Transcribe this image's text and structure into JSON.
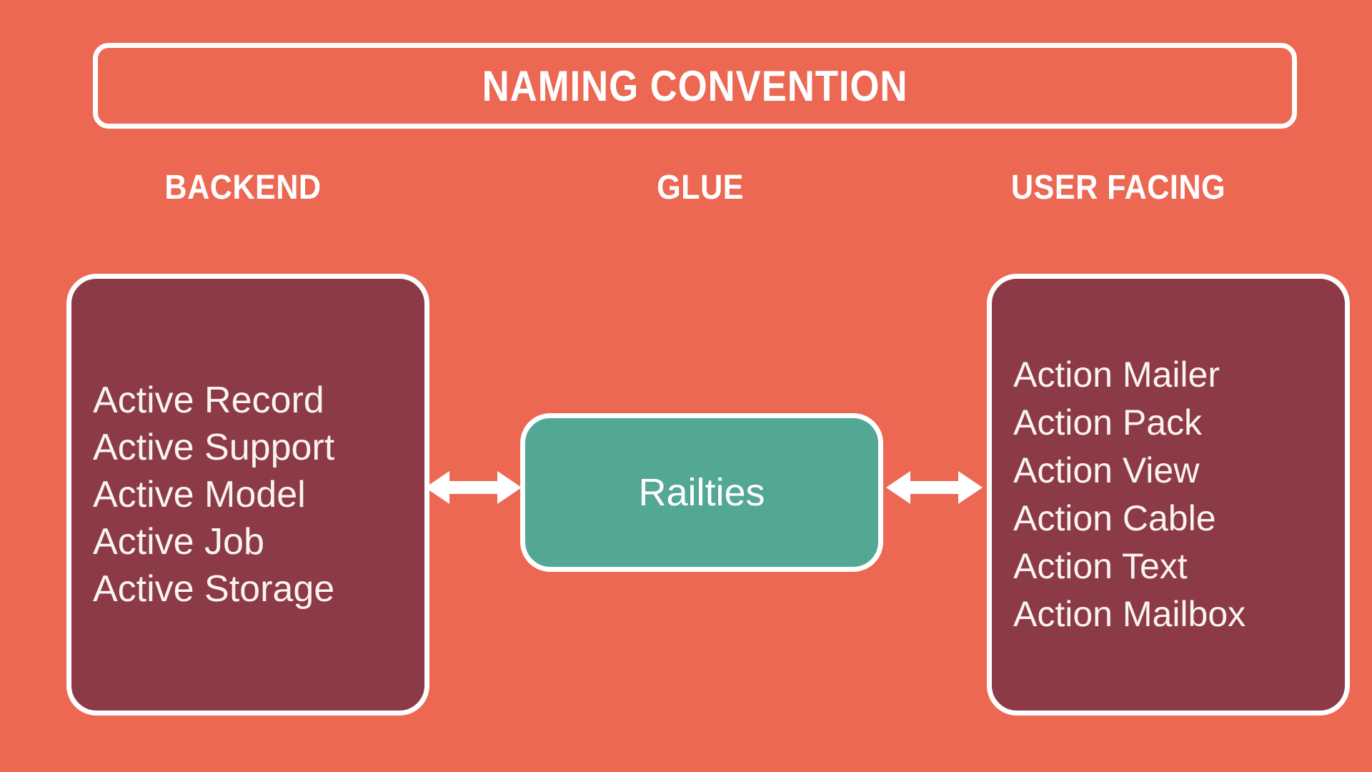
{
  "theme": {
    "background": "#EC6853",
    "panel_fill": "#8C3A45",
    "glue_fill": "#53A795",
    "stroke": "#FFFFFF",
    "text": "#FFFFFF"
  },
  "title": {
    "text": "NAMING CONVENTION"
  },
  "columns": {
    "backend": {
      "header": "BACKEND",
      "items": [
        "Active Record",
        "Active Support",
        "Active Model",
        "Active Job",
        "Active Storage"
      ]
    },
    "glue": {
      "header": "GLUE",
      "label": "Railties"
    },
    "user_facing": {
      "header": "USER FACING",
      "items": [
        "Action Mailer",
        "Action Pack",
        "Action View",
        "Action Cable",
        "Action Text",
        "Action Mailbox"
      ]
    }
  },
  "connectors": [
    {
      "name": "backend-to-glue",
      "type": "double-arrow"
    },
    {
      "name": "glue-to-user-facing",
      "type": "double-arrow"
    }
  ]
}
